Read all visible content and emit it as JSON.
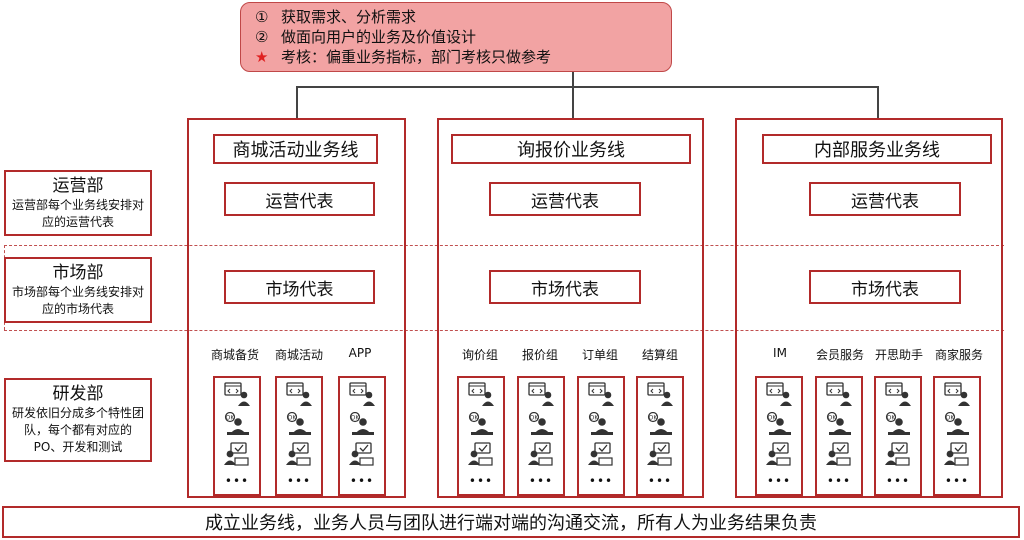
{
  "goal": {
    "items": [
      {
        "marker": "①",
        "text": "获取需求、分析需求"
      },
      {
        "marker": "②",
        "text": "做面向用户的业务及价值设计"
      },
      {
        "marker": "★",
        "text": "考核：偏重业务指标，部门考核只做参考"
      }
    ],
    "bg_color": "#f2a3a3"
  },
  "departments": [
    {
      "title": "运营部",
      "desc": "运营部每个业务线安排对应的运营代表"
    },
    {
      "title": "市场部",
      "desc": "市场部每个业务线安排对应的市场代表"
    },
    {
      "title": "研发部",
      "desc": "研发依旧分成多个特性团队，每个都有对应的PO、开发和测试"
    }
  ],
  "business_lines": [
    {
      "title": "商城活动业务线",
      "ops_rep": "运营代表",
      "mkt_rep": "市场代表",
      "teams": [
        "商城备货",
        "商城活动",
        "APP"
      ]
    },
    {
      "title": "询报价业务线",
      "ops_rep": "运营代表",
      "mkt_rep": "市场代表",
      "teams": [
        "询价组",
        "报价组",
        "订单组",
        "结算组"
      ]
    },
    {
      "title": "内部服务业务线",
      "ops_rep": "运营代表",
      "mkt_rep": "市场代表",
      "teams": [
        "IM",
        "会员服务",
        "开思助手",
        "商家服务"
      ]
    }
  ],
  "team_icons": [
    "developer-icon",
    "tester-icon",
    "po-icon"
  ],
  "team_more": "•••",
  "footer": "成立业务线，业务人员与团队进行端对端的沟通交流，所有人为业务结果负责",
  "colors": {
    "border": "#b22a2a",
    "dash": "#c05050"
  }
}
